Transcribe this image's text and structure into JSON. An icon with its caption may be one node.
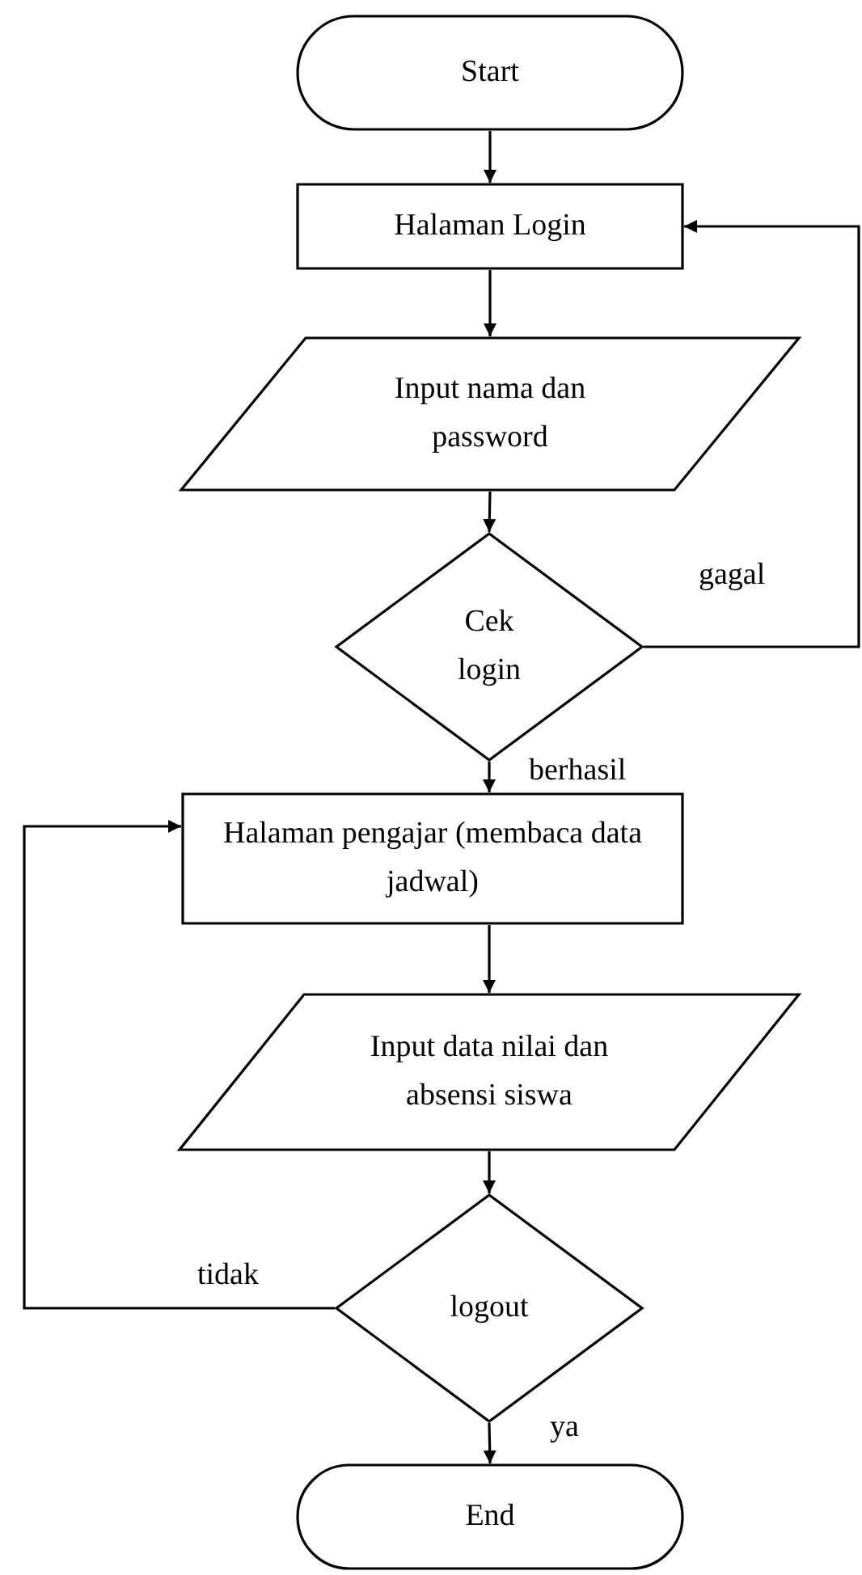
{
  "diagram": {
    "nodes": [
      {
        "text": [
          "Start"
        ]
      },
      {
        "text": [
          "Halaman Login"
        ]
      },
      {
        "text": [
          "Input nama dan password"
        ]
      },
      {
        "text": [
          "Cek login"
        ]
      },
      {
        "text": [
          "Halaman pengajar (membaca data jadwal)"
        ]
      },
      {
        "text": [
          "Input data nilai dan absensi siswa"
        ]
      },
      {
        "text": [
          "logout"
        ]
      },
      {
        "text": [
          "End"
        ]
      }
    ],
    "edges": [
      {
        "from": 0,
        "to": 1,
        "arrow": "to"
      },
      {
        "from": 1,
        "to": 2,
        "arrow": "to"
      },
      {
        "from": 2,
        "to": 3,
        "arrow": "to"
      },
      {
        "from": 3,
        "to": 4,
        "label": "berhasil",
        "arrow": "to"
      },
      {
        "from": 3,
        "to": 1,
        "label": "gagal",
        "arrow": "to"
      },
      {
        "from": 4,
        "to": 5,
        "arrow": "to"
      },
      {
        "from": 5,
        "to": 6,
        "arrow": "to"
      },
      {
        "from": 6,
        "to": 7,
        "label": "ya",
        "arrow": "to"
      },
      {
        "from": 6,
        "to": 4,
        "label": "tidak",
        "arrow": "to"
      }
    ]
  }
}
